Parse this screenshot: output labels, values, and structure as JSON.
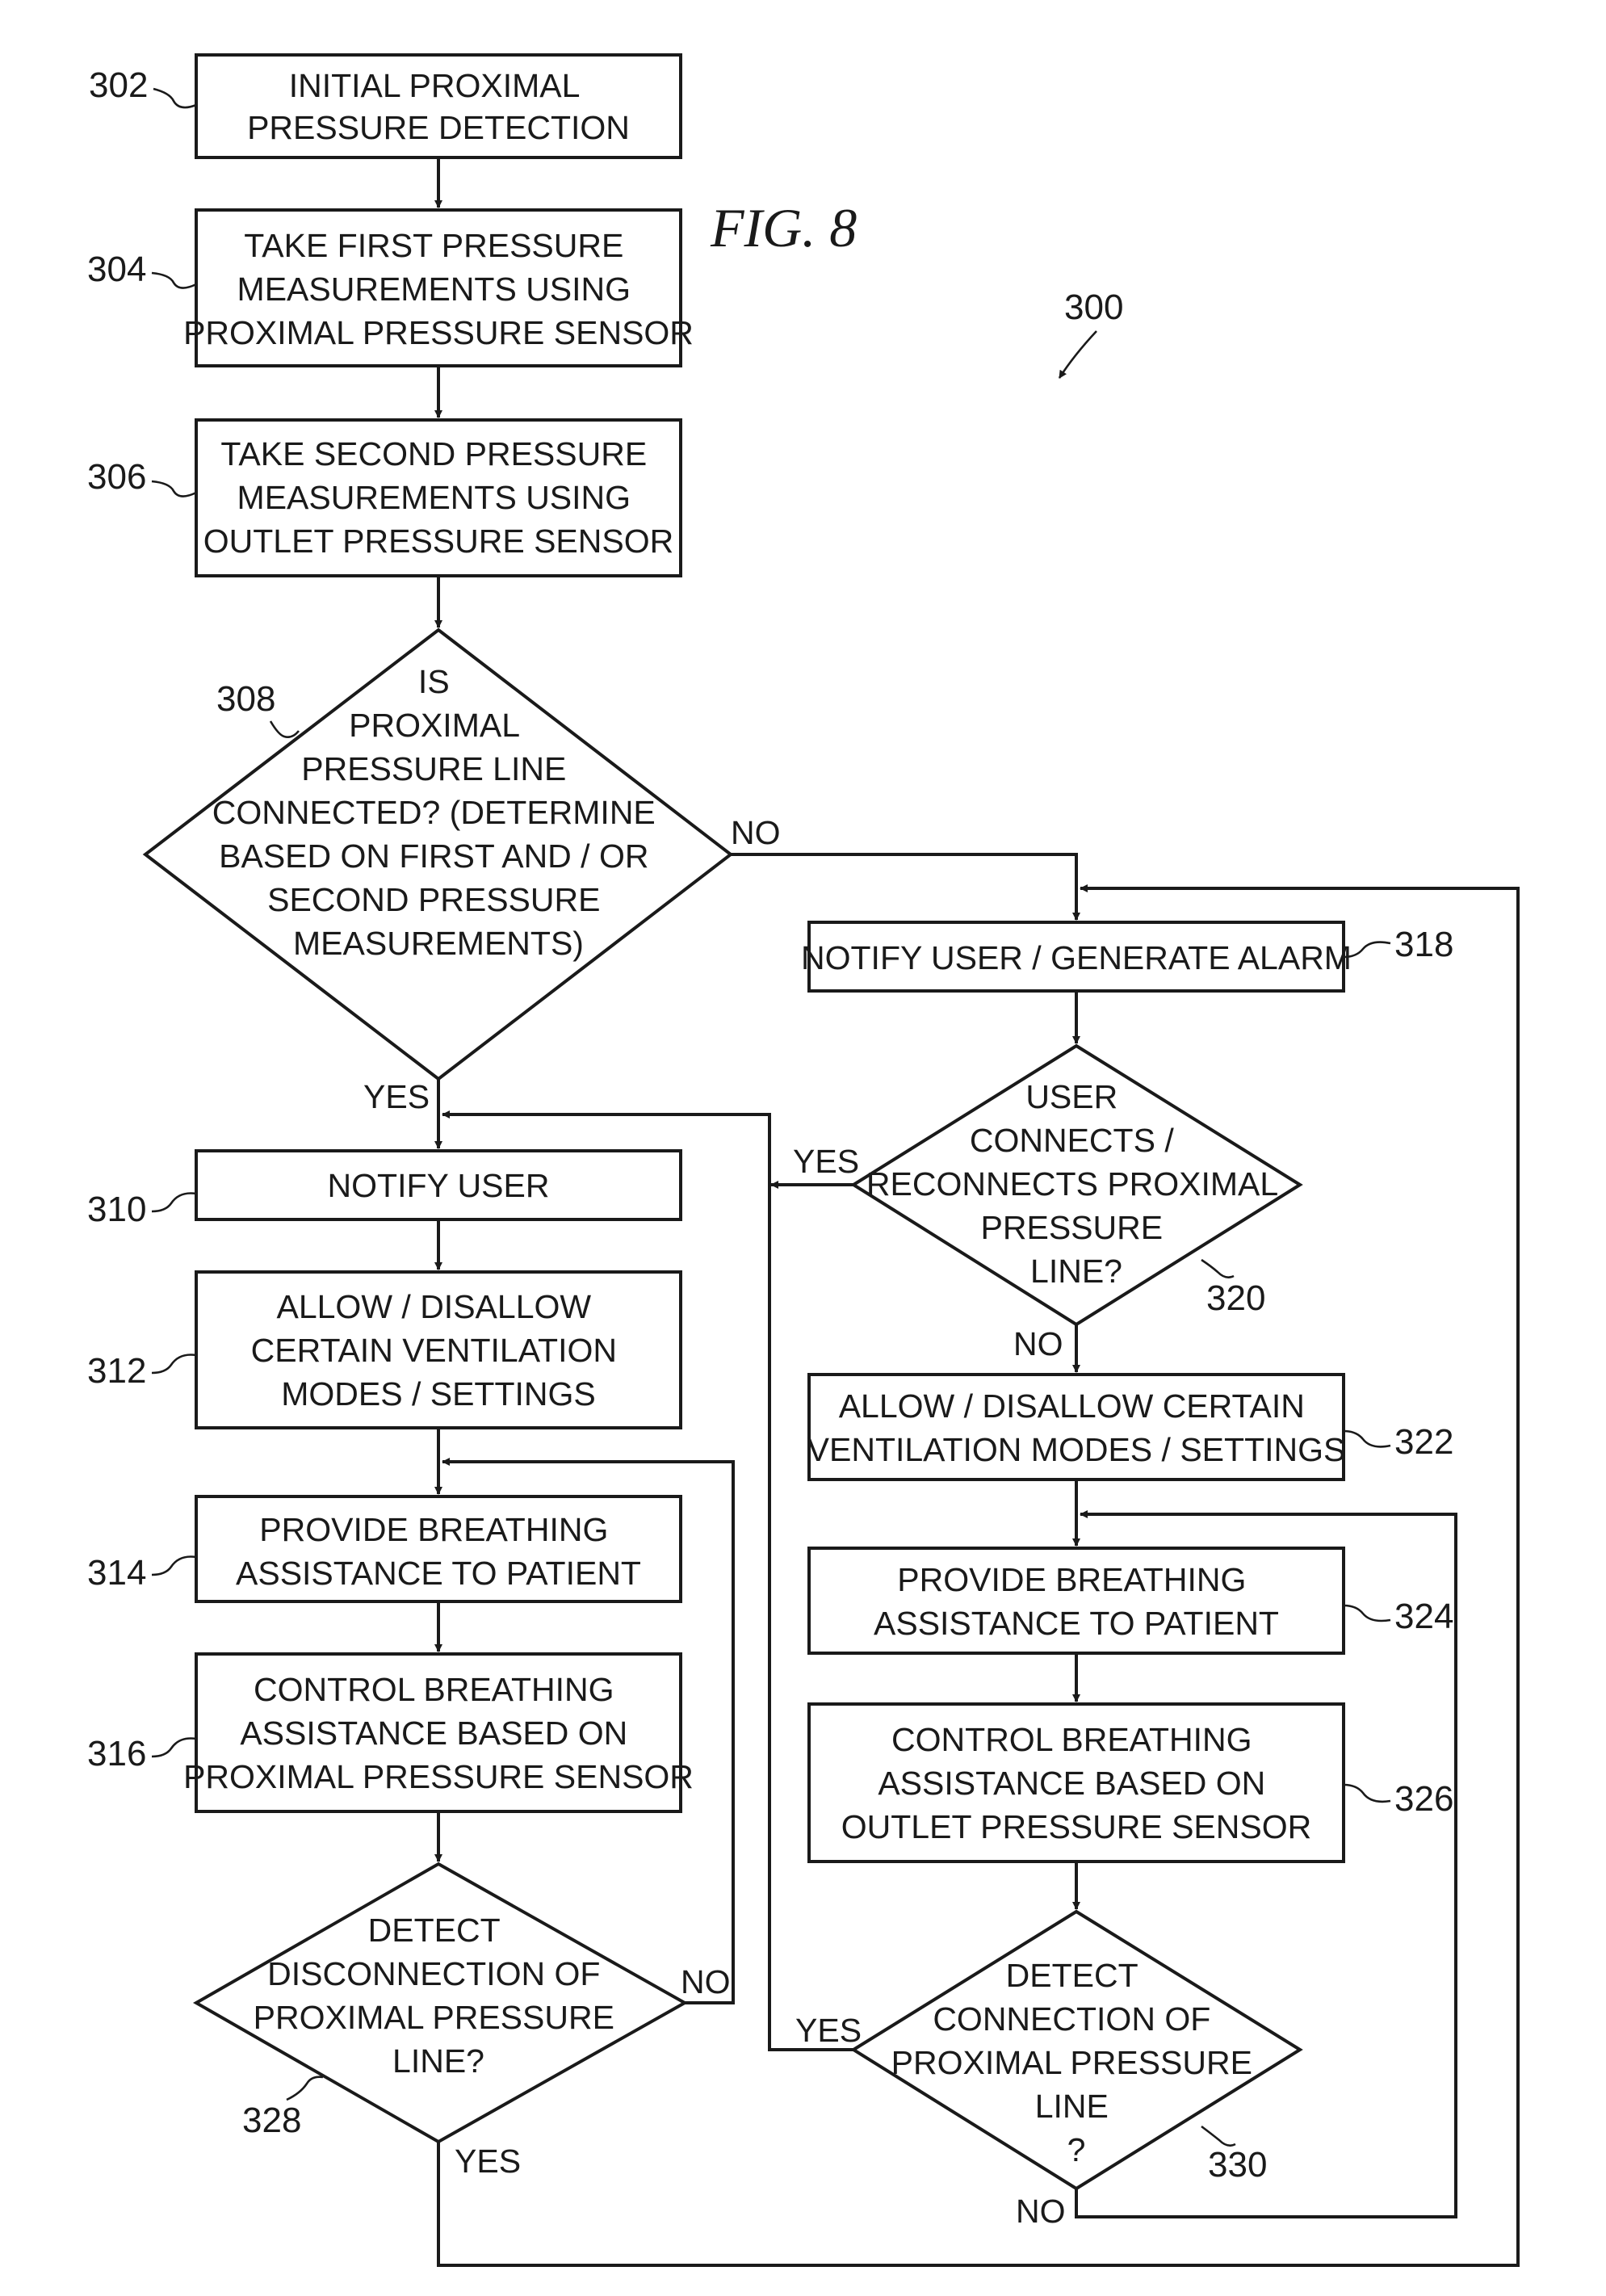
{
  "figure": {
    "title": "FIG. 8",
    "ref": "300"
  },
  "steps": {
    "s302": {
      "ref": "302",
      "lines": [
        "INITIAL PROXIMAL",
        "PRESSURE DETECTION"
      ]
    },
    "s304": {
      "ref": "304",
      "lines": [
        "TAKE FIRST PRESSURE",
        "MEASUREMENTS USING",
        "PROXIMAL PRESSURE SENSOR"
      ]
    },
    "s306": {
      "ref": "306",
      "lines": [
        "TAKE SECOND PRESSURE",
        "MEASUREMENTS USING",
        "OUTLET PRESSURE SENSOR"
      ]
    },
    "s308": {
      "ref": "308",
      "lines": [
        "IS",
        "PROXIMAL",
        "PRESSURE LINE",
        "CONNECTED? (DETERMINE",
        "BASED ON FIRST AND / OR",
        "SECOND PRESSURE",
        "MEASUREMENTS)"
      ]
    },
    "s310": {
      "ref": "310",
      "lines": [
        "NOTIFY USER"
      ]
    },
    "s312": {
      "ref": "312",
      "lines": [
        "ALLOW / DISALLOW",
        "CERTAIN VENTILATION",
        "MODES / SETTINGS"
      ]
    },
    "s314": {
      "ref": "314",
      "lines": [
        "PROVIDE BREATHING",
        "ASSISTANCE TO PATIENT"
      ]
    },
    "s316": {
      "ref": "316",
      "lines": [
        "CONTROL BREATHING",
        "ASSISTANCE BASED ON",
        "PROXIMAL PRESSURE SENSOR"
      ]
    },
    "s318": {
      "ref": "318",
      "lines": [
        "NOTIFY USER / GENERATE ALARM"
      ]
    },
    "s320": {
      "ref": "320",
      "lines": [
        "USER",
        "CONNECTS /",
        "RECONNECTS PROXIMAL",
        "PRESSURE",
        "LINE?"
      ]
    },
    "s322": {
      "ref": "322",
      "lines": [
        "ALLOW / DISALLOW CERTAIN",
        "VENTILATION MODES / SETTINGS"
      ]
    },
    "s324": {
      "ref": "324",
      "lines": [
        "PROVIDE BREATHING",
        "ASSISTANCE TO PATIENT"
      ]
    },
    "s326": {
      "ref": "326",
      "lines": [
        "CONTROL BREATHING",
        "ASSISTANCE BASED ON",
        "OUTLET PRESSURE SENSOR"
      ]
    },
    "s328": {
      "ref": "328",
      "lines": [
        "DETECT",
        "DISCONNECTION OF",
        "PROXIMAL PRESSURE",
        "LINE?"
      ]
    },
    "s330": {
      "ref": "330",
      "lines": [
        "DETECT",
        "CONNECTION OF",
        "PROXIMAL PRESSURE",
        "LINE",
        "?"
      ]
    }
  },
  "branches": {
    "yes": "YES",
    "no": "NO"
  }
}
